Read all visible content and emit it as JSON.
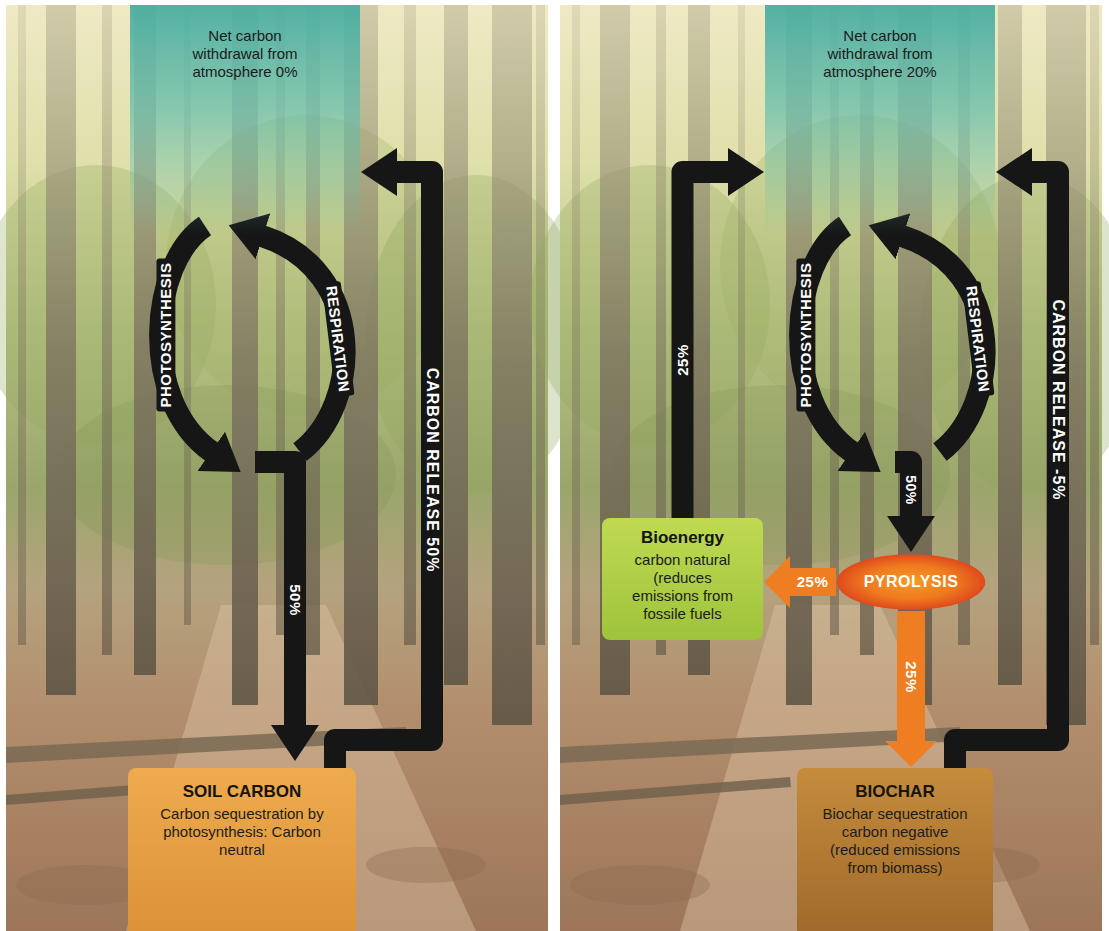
{
  "diagram": {
    "nodes": [
      {
        "text": [
          "Net carbon withdrawal from atmosphere 0%"
        ]
      },
      {
        "text": [
          "SOIL CARBON",
          "Carbon sequestration by photosynthesis: Carbon neutral"
        ]
      },
      {
        "text": [
          "Net carbon withdrawal from atmosphere 20%"
        ]
      },
      {
        "text": [
          "Bioenergy",
          "carbon natural (reduces emissions from fossile fuels"
        ]
      },
      {
        "text": [
          "PYROLYSIS"
        ]
      },
      {
        "text": [
          "BIOCHAR",
          "Biochar sequestration carbon negative (reduced emissions from biomass)"
        ]
      }
    ],
    "edges": [
      {
        "from": 1,
        "to": 0,
        "arrow": "to",
        "label": "CARBON RELEASE 50%"
      },
      {
        "from": 4,
        "to": 3,
        "arrow": "to",
        "label": "25%"
      },
      {
        "from": 4,
        "to": 5,
        "arrow": "to",
        "label": "25%"
      },
      {
        "from": 3,
        "to": 2,
        "arrow": "to",
        "label": "25%"
      },
      {
        "from": 5,
        "to": 2,
        "arrow": "to",
        "label": "CARBON RELEASE -5%"
      }
    ],
    "labels": [
      "PHOTOSYNTHESIS",
      "RESPIRATION",
      "50%",
      "PHOTOSYNTHESIS",
      "RESPIRATION",
      "50%"
    ]
  }
}
